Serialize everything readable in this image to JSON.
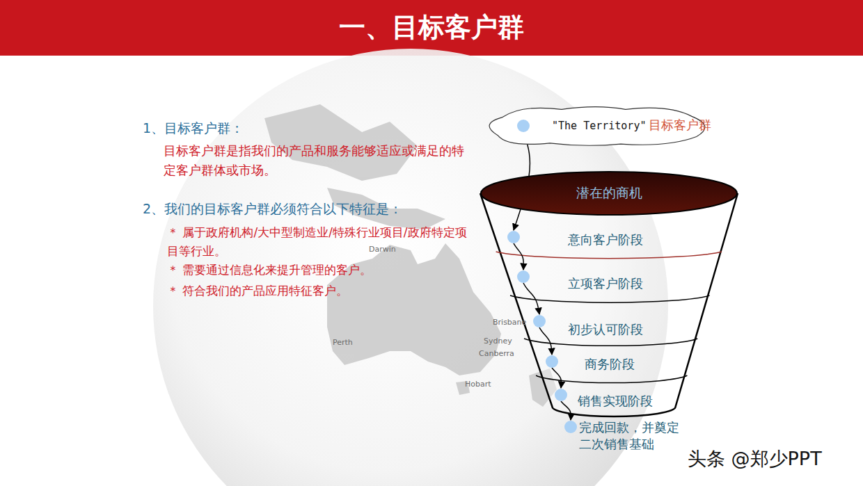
{
  "diagram": {
    "title": "一、目标客户群",
    "nodes": [
      {
        "text": [
          "\"The Territory\"",
          "目标客户群"
        ]
      },
      {
        "text": [
          "潜在的商机"
        ]
      },
      {
        "text": [
          "意向客户阶段"
        ]
      },
      {
        "text": [
          "立项客户阶段"
        ]
      },
      {
        "text": [
          "初步认可阶段"
        ]
      },
      {
        "text": [
          "商务阶段"
        ]
      },
      {
        "text": [
          "销售实现阶段"
        ]
      },
      {
        "text": [
          "完成回款，并奠定二次销售基础"
        ]
      }
    ],
    "edges": [
      {
        "from": 0,
        "to": 2,
        "arrow": "to"
      },
      {
        "from": 2,
        "to": 3,
        "arrow": "to"
      },
      {
        "from": 3,
        "to": 4,
        "arrow": "to"
      },
      {
        "from": 4,
        "to": 5,
        "arrow": "to"
      },
      {
        "from": 5,
        "to": 6,
        "arrow": "to"
      },
      {
        "from": 6,
        "to": 7,
        "arrow": "to"
      }
    ],
    "labels": [
      "1、目标客户群：",
      "目标客户群是指我们的产品和服务能够适应或满足的特定客户群体或市场。",
      "2、我们的目标客户群必须符合以下特征是：",
      "＊ 属于政府机构/大中型制造业/特殊行业项目/政府特定项目等行业。",
      "＊  需要通过信息化来提升管理的客户。",
      "＊  符合我们的产品应用特征客户。",
      "Darwin",
      "Brisbane",
      "Sydney",
      "Perth",
      "Canberra",
      "Hobart",
      "头条 @郑少PPT"
    ]
  }
}
